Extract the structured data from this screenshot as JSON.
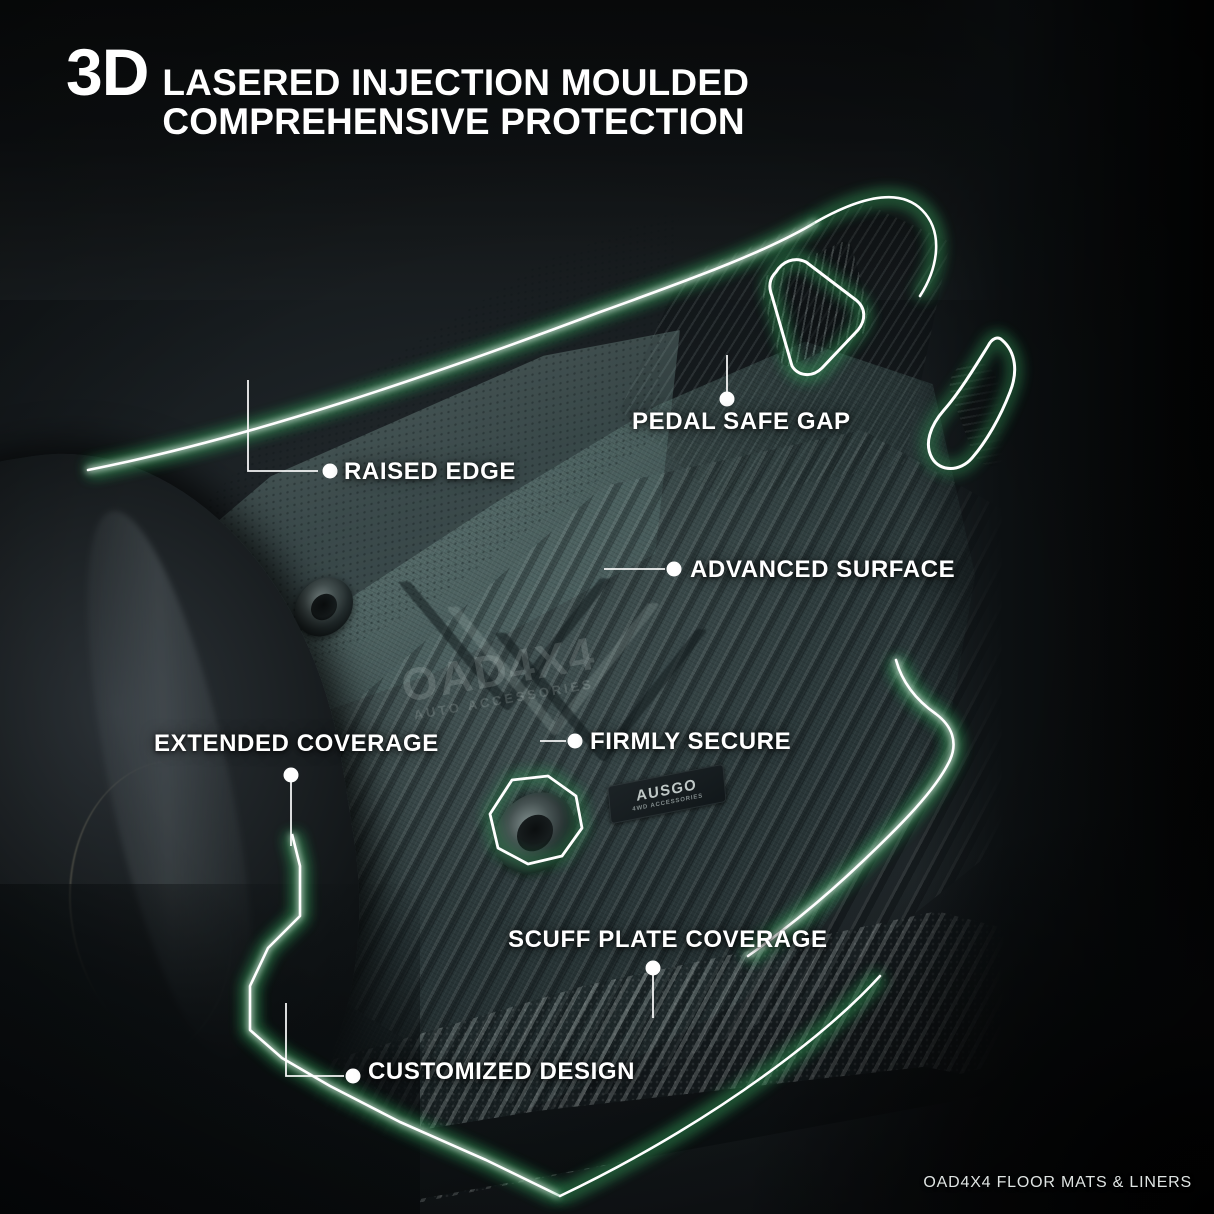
{
  "headline": {
    "badge": "3D",
    "line1": "LASERED INJECTION MOULDED",
    "line2": "COMPREHENSIVE PROTECTION"
  },
  "colors": {
    "accent_glow": "#ffffff",
    "accent_halo": "#3aa05a",
    "tint_overlay": "#5e8f80",
    "text": "#ffffff",
    "background": "#050607"
  },
  "callouts": [
    {
      "id": "pedal-safe-gap",
      "label": "PEDAL SAFE GAP",
      "leader": "vertical-up"
    },
    {
      "id": "raised-edge",
      "label": "RAISED EDGE",
      "leader": "elbow-left"
    },
    {
      "id": "advanced-surface",
      "label": "ADVANCED SURFACE",
      "leader": "horizontal-left"
    },
    {
      "id": "extended-coverage",
      "label": "EXTENDED COVERAGE",
      "leader": "vertical-down"
    },
    {
      "id": "firmly-secure",
      "label": "FIRMLY SECURE",
      "leader": "horizontal-left"
    },
    {
      "id": "scuff-plate-coverage",
      "label": "SCUFF PLATE COVERAGE",
      "leader": "vertical-down"
    },
    {
      "id": "customized-design",
      "label": "CUSTOMIZED DESIGN",
      "leader": "elbow-up"
    }
  ],
  "product_badge": {
    "brand": "AUSGO",
    "tagline": "4WD ACCESSORIES"
  },
  "watermark": {
    "brand": "OAD4X4",
    "tagline": "AUTO ACCESSORIES"
  },
  "footer": {
    "text": "OAD4X4 FLOOR MATS & LINERS"
  }
}
